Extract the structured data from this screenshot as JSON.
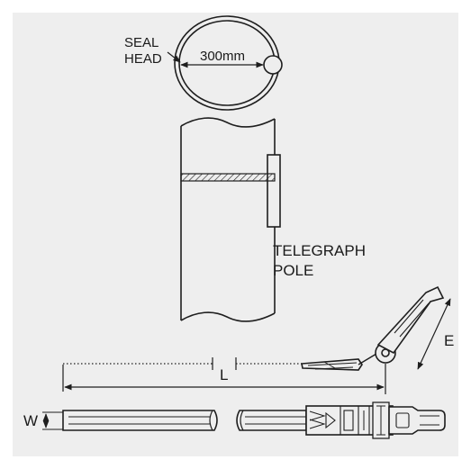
{
  "labels": {
    "seal_head_line1": "SEAL",
    "seal_head_line2": "HEAD",
    "diameter": "300mm",
    "pole_line1": "TELEGRAPH",
    "pole_line2": "POLE",
    "length": "L",
    "width": "W",
    "end": "E"
  },
  "colors": {
    "line": "#1e1e1e",
    "background": "#eeeeee",
    "frame": "#ffffff"
  }
}
